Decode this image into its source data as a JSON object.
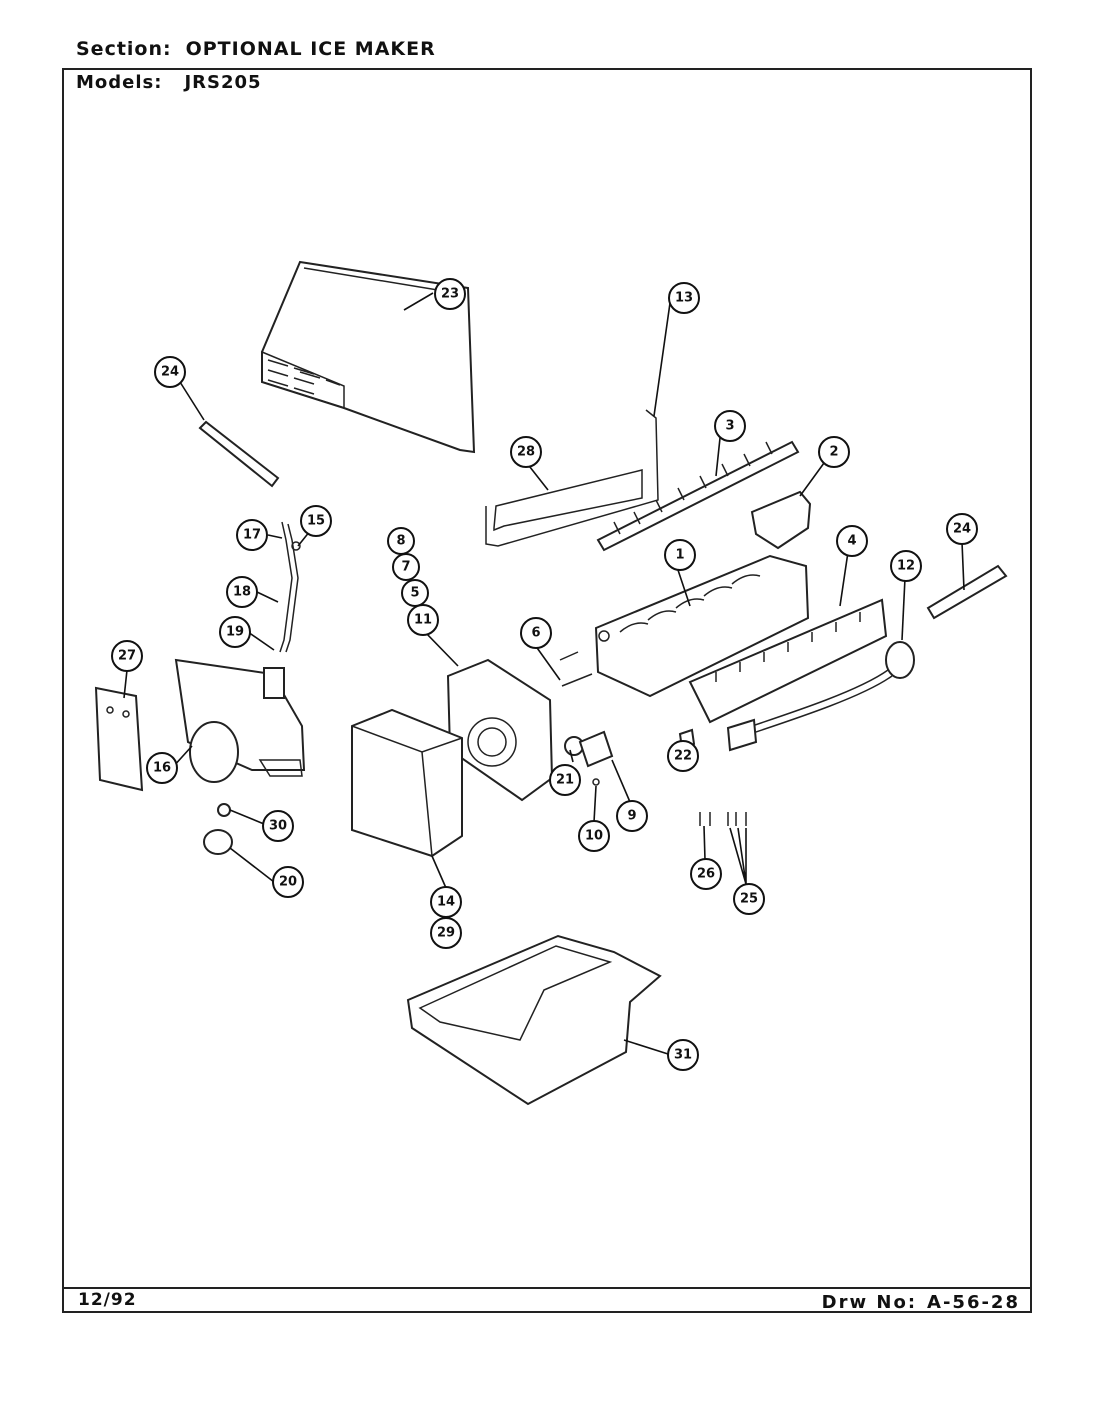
{
  "header": {
    "section_label": "Section:",
    "section_value": "OPTIONAL ICE MAKER",
    "models_label": "Models:",
    "models_value": "JRS205"
  },
  "footer": {
    "date": "12/92",
    "drawing_label": "Drw No:",
    "drawing_number": "A-56-28"
  },
  "callouts": {
    "c1": "1",
    "c2": "2",
    "c3": "3",
    "c4": "4",
    "c5": "5",
    "c6": "6",
    "c7": "7",
    "c8": "8",
    "c9": "9",
    "c10": "10",
    "c11": "11",
    "c12": "12",
    "c13": "13",
    "c14": "14",
    "c15": "15",
    "c16": "16",
    "c17": "17",
    "c18": "18",
    "c19": "19",
    "c20": "20",
    "c21": "21",
    "c22": "22",
    "c23": "23",
    "c24a": "24",
    "c24b": "24",
    "c25": "25",
    "c26": "26",
    "c27": "27",
    "c28": "28",
    "c29": "29",
    "c30": "30",
    "c31": "31"
  }
}
